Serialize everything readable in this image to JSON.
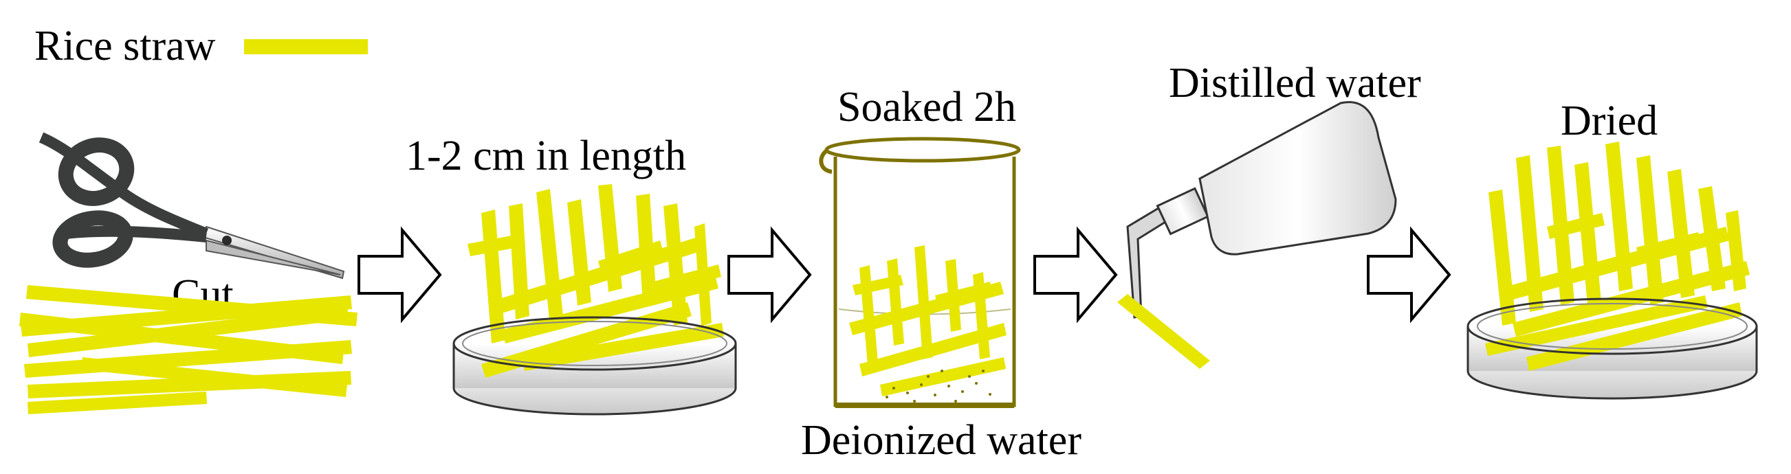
{
  "legend": {
    "label": "Rice straw",
    "swatch_color": "#e6e600"
  },
  "steps": {
    "cut": "Cut",
    "length": "1-2 cm in length",
    "soaked": "Soaked 2h",
    "deionized": "Deionized water",
    "distilled": "Distilled water",
    "dried": "Dried"
  },
  "colors": {
    "straw": "#e6e600",
    "beaker": "#7d7200",
    "arrow_fill": "#ffffff",
    "arrow_stroke": "#000000",
    "scissors_handle": "#3a3d3b",
    "dish": "#d9d9d9"
  },
  "icons": [
    "scissors-icon",
    "petri-dish-icon",
    "beaker-icon",
    "wash-bottle-icon",
    "arrow-right-icon"
  ]
}
